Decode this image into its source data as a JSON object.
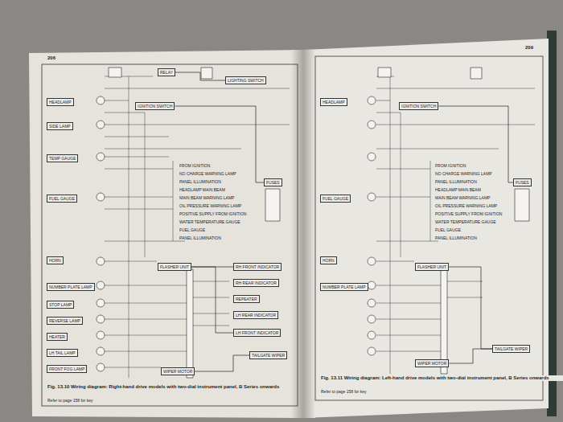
{
  "diagram": {
    "nodes": [
      {
        "text": [
          "HORN"
        ]
      },
      {
        "text": [
          "NUMBER PLATE LAMP"
        ]
      },
      {
        "text": [
          "STOP LAMP"
        ]
      },
      {
        "text": [
          "REVERSE LAMP"
        ]
      },
      {
        "text": [
          "HEATER"
        ]
      },
      {
        "text": [
          "LH TAIL LAMP"
        ]
      },
      {
        "text": [
          "FRONT FOG LAMP"
        ]
      },
      {
        "text": [
          "FUEL GAUGE"
        ]
      },
      {
        "text": [
          "TEMP GAUGE"
        ]
      },
      {
        "text": [
          "HEADLAMP"
        ]
      },
      {
        "text": [
          "SIDE LAMP"
        ]
      },
      {
        "text": [
          "FLASHER UNIT"
        ]
      },
      {
        "text": [
          "FUSES"
        ]
      },
      {
        "text": [
          "WIPER MOTOR"
        ]
      },
      {
        "text": [
          "IGNITION SWITCH"
        ]
      },
      {
        "text": [
          "RELAY"
        ]
      },
      {
        "text": [
          "LIGHTING SWITCH"
        ]
      },
      {
        "text": [
          "RH FRONT INDICATOR"
        ]
      },
      {
        "text": [
          "RH REAR INDICATOR"
        ]
      },
      {
        "text": [
          "REPEATER"
        ]
      },
      {
        "text": [
          "LH REAR INDICATOR"
        ]
      },
      {
        "text": [
          "LH FRONT INDICATOR"
        ]
      },
      {
        "text": [
          "TAILGATE WIPER"
        ]
      },
      {
        "text": [
          "HORN"
        ]
      },
      {
        "text": [
          "NUMBER PLATE LAMP"
        ]
      },
      {
        "text": [
          "HEADLAMP"
        ]
      },
      {
        "text": [
          "FUEL GAUGE"
        ]
      },
      {
        "text": [
          "FLASHER UNIT"
        ]
      },
      {
        "text": [
          "FUSES"
        ]
      },
      {
        "text": [
          "TAILGATE WIPER"
        ]
      },
      {
        "text": [
          "WIPER MOTOR"
        ]
      },
      {
        "text": [
          "IGNITION SWITCH"
        ]
      }
    ],
    "edges": [
      {
        "from": 15,
        "to": 16,
        "arrow": "none"
      },
      {
        "from": 14,
        "to": 12,
        "arrow": "none"
      },
      {
        "from": 11,
        "to": 17,
        "arrow": "none"
      },
      {
        "from": 11,
        "to": 21,
        "arrow": "none"
      },
      {
        "from": 13,
        "to": 22,
        "arrow": "none"
      },
      {
        "from": 31,
        "to": 28,
        "arrow": "none"
      },
      {
        "from": 27,
        "to": 29,
        "arrow": "none"
      },
      {
        "from": 30,
        "to": 29,
        "arrow": "none"
      }
    ],
    "labels": [
      "206",
      "209",
      "FROM IGNITION",
      "NO CHARGE WARNING LAMP",
      "PANEL ILLUMINATION",
      "HEADLAMP MAIN BEAM",
      "MAIN BEAM WARNING LAMP",
      "OIL PRESSURE WARNING LAMP",
      "POSITIVE SUPPLY FROM IGNITION",
      "WATER TEMPERATURE GAUGE",
      "FUEL GAUGE",
      "PANEL ILLUMINATION",
      "FROM IGNITION",
      "NO CHARGE WARNING LAMP",
      "PANEL ILLUMINATION",
      "HEADLAMP MAIN BEAM",
      "MAIN BEAM WARNING LAMP",
      "OIL PRESSURE WARNING LAMP",
      "POSITIVE SUPPLY FROM IGNITION",
      "WATER TEMPERATURE GAUGE",
      "FUEL GAUGE",
      "PANEL ILLUMINATION",
      "Fig. 13.10 Wiring diagram: Right-hand drive models with two-dial instrument panel, B Series onwards",
      "Refer to page 158 for key",
      "Fig. 13.11 Wiring diagram: Left-hand drive models with two-dial instrument panel, B Series onwards",
      "Refer to page 158 for key"
    ]
  }
}
